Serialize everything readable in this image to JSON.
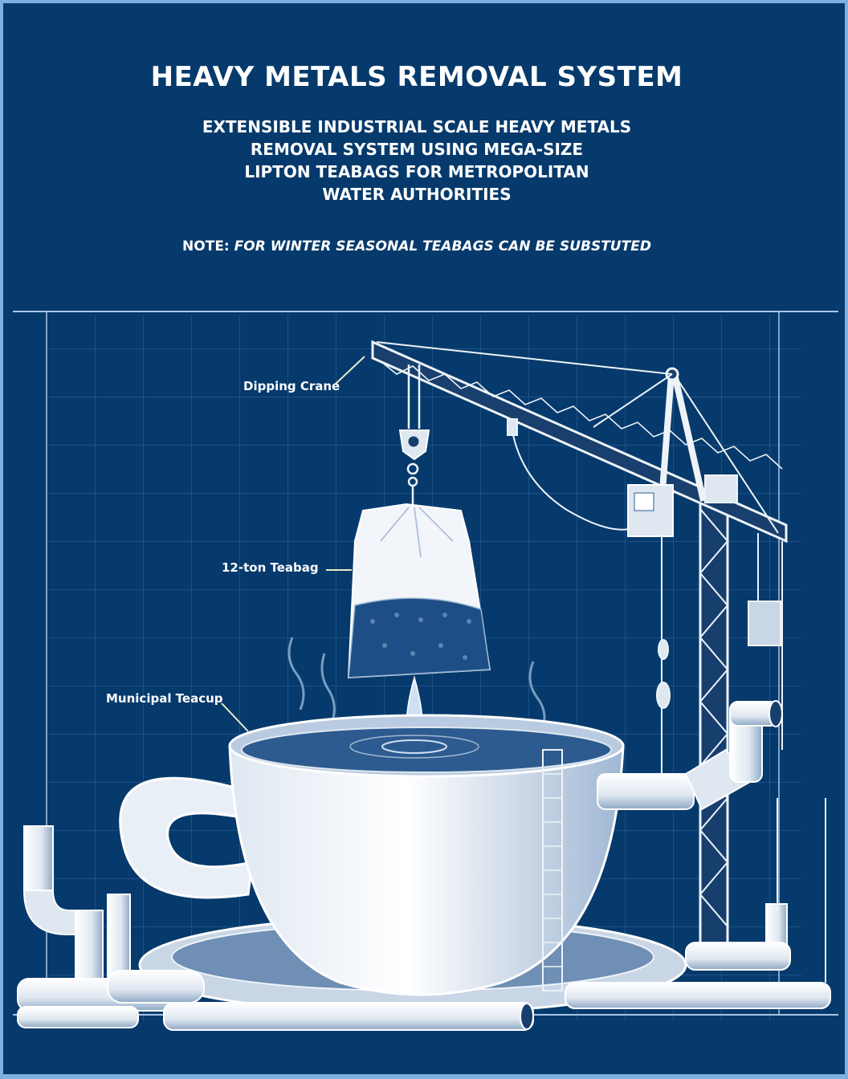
{
  "header": {
    "title": "HEAVY METALS REMOVAL SYSTEM",
    "subtitle_lines": [
      "EXTENSIBLE INDUSTRIAL SCALE HEAVY METALS",
      "REMOVAL SYSTEM USING MEGA-SIZE",
      "LIPTON TEABAGS FOR METROPOLITAN",
      "WATER AUTHORITIES"
    ],
    "note_prefix": "NOTE:",
    "note_body": "FOR WINTER SEASONAL TEABAGS CAN BE SUBSTUTED"
  },
  "illustration": {
    "labels": {
      "crane": "Dipping Crane",
      "teabag": "12-ton Teabag",
      "teacup": "Municipal Teacup"
    }
  },
  "colors": {
    "background": "#063a6c",
    "border": "#7fb0df",
    "ink": "#ffffff",
    "leader_line": "#e8ecc8"
  }
}
